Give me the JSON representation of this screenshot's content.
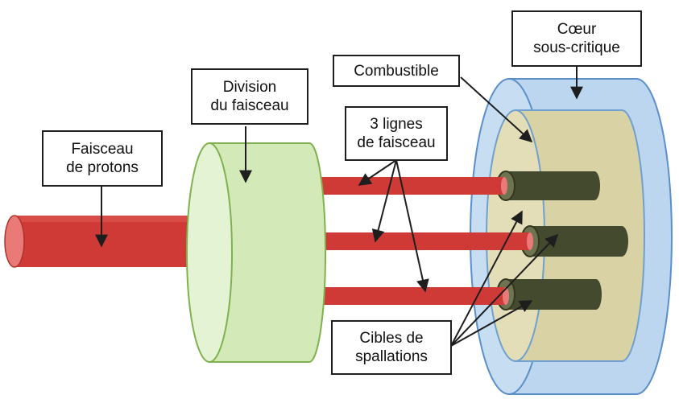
{
  "labels": {
    "faisceau_protons": "Faisceau\nde protons",
    "division_faisceau": "Division\ndu faisceau",
    "combustible": "Combustible",
    "coeur": "Cœur\nsous-critique",
    "lignes": "3 lignes\nde faisceau",
    "cibles": "Cibles de\nspallations"
  },
  "colors": {
    "beam": "#d03a36",
    "beam_dark": "#a82522",
    "beam_end": "#ea7a78",
    "splitter": "#dcefc7",
    "splitter_edge": "#7fb24e",
    "core_outer": "#bcd6ef",
    "core_edge": "#5a8fc9",
    "fuel": "#d9d2a4",
    "target": "#444a2e",
    "outline": "#1e1e1e"
  }
}
